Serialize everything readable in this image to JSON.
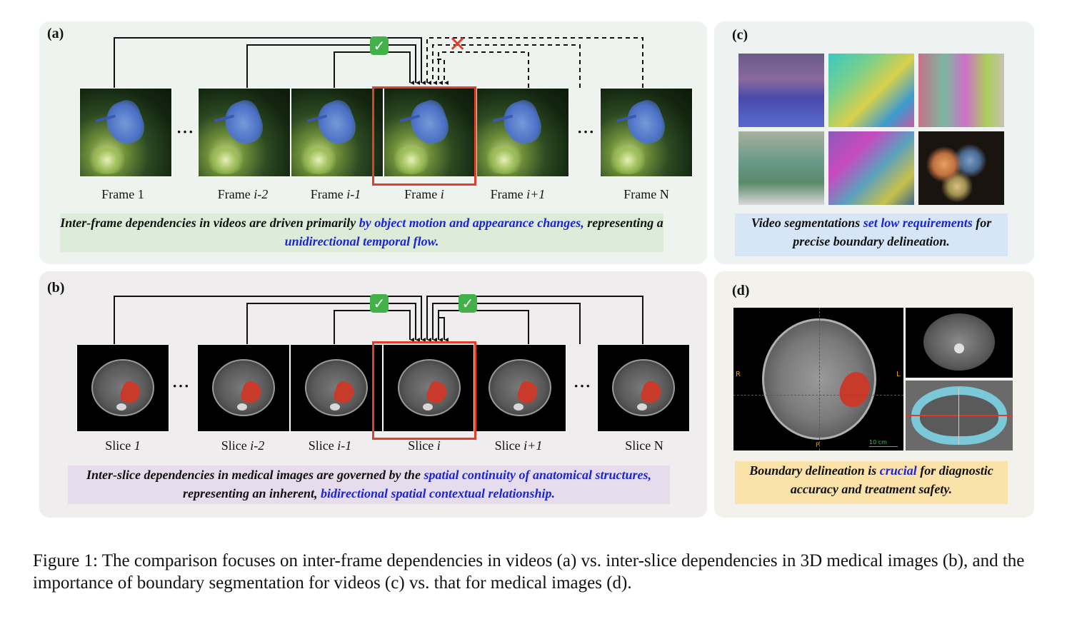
{
  "panel_a": {
    "label": "(a)",
    "frames": [
      {
        "prefix": "Frame 1",
        "italic": ""
      },
      {
        "prefix": "Frame ",
        "italic": "i-2"
      },
      {
        "prefix": "Frame ",
        "italic": "i-1"
      },
      {
        "prefix": "Frame ",
        "italic": "i"
      },
      {
        "prefix": "Frame ",
        "italic": "i+1"
      },
      {
        "prefix": "Frame N",
        "italic": ""
      }
    ],
    "caption": {
      "part1": "Inter-frame dependencies in videos are driven primarily ",
      "part2": "by object motion and appearance changes,",
      "part3": " representing a ",
      "part4": "unidirectional temporal flow."
    },
    "dots": "···"
  },
  "panel_b": {
    "label": "(b)",
    "slices": [
      {
        "prefix": "Slice ",
        "italic": "1"
      },
      {
        "prefix": "Slice ",
        "italic": "i-2"
      },
      {
        "prefix": "Slice ",
        "italic": "i-1"
      },
      {
        "prefix": "Slice ",
        "italic": "i"
      },
      {
        "prefix": "Slice ",
        "italic": "i+1"
      },
      {
        "prefix": "Slice N",
        "italic": ""
      }
    ],
    "caption": {
      "part1": "Inter-slice dependencies in medical images are governed by the ",
      "part2": "spatial continuity of anatomical structures,",
      "part3": " representing an inherent, ",
      "part4": "bidirectional spatial contextual relationship."
    },
    "dots": "···"
  },
  "panel_c": {
    "label": "(c)",
    "caption": {
      "part1": "Video segmentations ",
      "part2": "set low requirements",
      "part3": " for precise boundary delineation."
    }
  },
  "panel_d": {
    "label": "(d)",
    "ct_labels": {
      "left": "R",
      "right": "L",
      "bottom": "P",
      "scale": "10 cm"
    },
    "caption": {
      "part1": "Boundary delineation is ",
      "part2": "crucial",
      "part3": " for diagnostic accuracy and treatment safety."
    }
  },
  "icons": {
    "check": "check-mark-icon",
    "cross": "cross-mark-icon"
  },
  "colors": {
    "highlight_blue": "#1a24d8",
    "selection_red": "#e0402a",
    "check_green": "#43b14a"
  },
  "figure_caption": "Figure 1: The comparison focuses on inter-frame dependencies in videos (a) vs. inter-slice dependencies in 3D medical images (b), and the importance of boundary segmentation for videos (c) vs. that for medical images (d)."
}
